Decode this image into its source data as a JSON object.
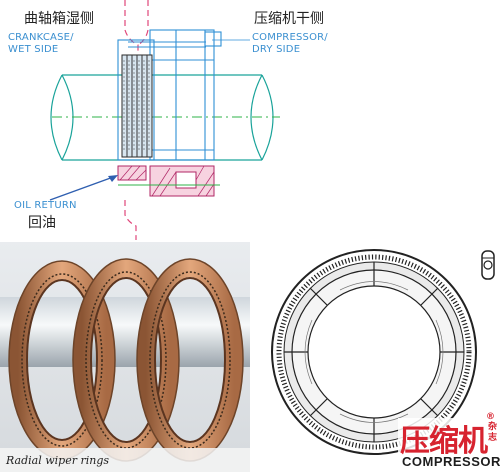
{
  "top_diagram": {
    "wet_side_cn": "曲轴箱湿侧",
    "wet_side_en_line1": "CRANKCASE/",
    "wet_side_en_line2": "WET SIDE",
    "dry_side_cn": "压缩机干侧",
    "dry_side_en_line1": "COMPRESSOR/",
    "dry_side_en_line2": "DRY SIDE",
    "oil_return_en": "OIL RETURN",
    "oil_return_cn": "回油"
  },
  "photo": {
    "caption": "Radial wiper rings"
  },
  "brand": {
    "text": "压缩机",
    "side_line1": "杂",
    "side_line2": "志",
    "en": "COMPRESSOR",
    "registered": "®"
  },
  "colors": {
    "blue_line": "#2f8fd6",
    "pink_line": "#e0467a",
    "teal_line": "#1aa39a",
    "green_line": "#2fb34a",
    "copper": "#c8865a",
    "brand_red": "#d7232f"
  }
}
